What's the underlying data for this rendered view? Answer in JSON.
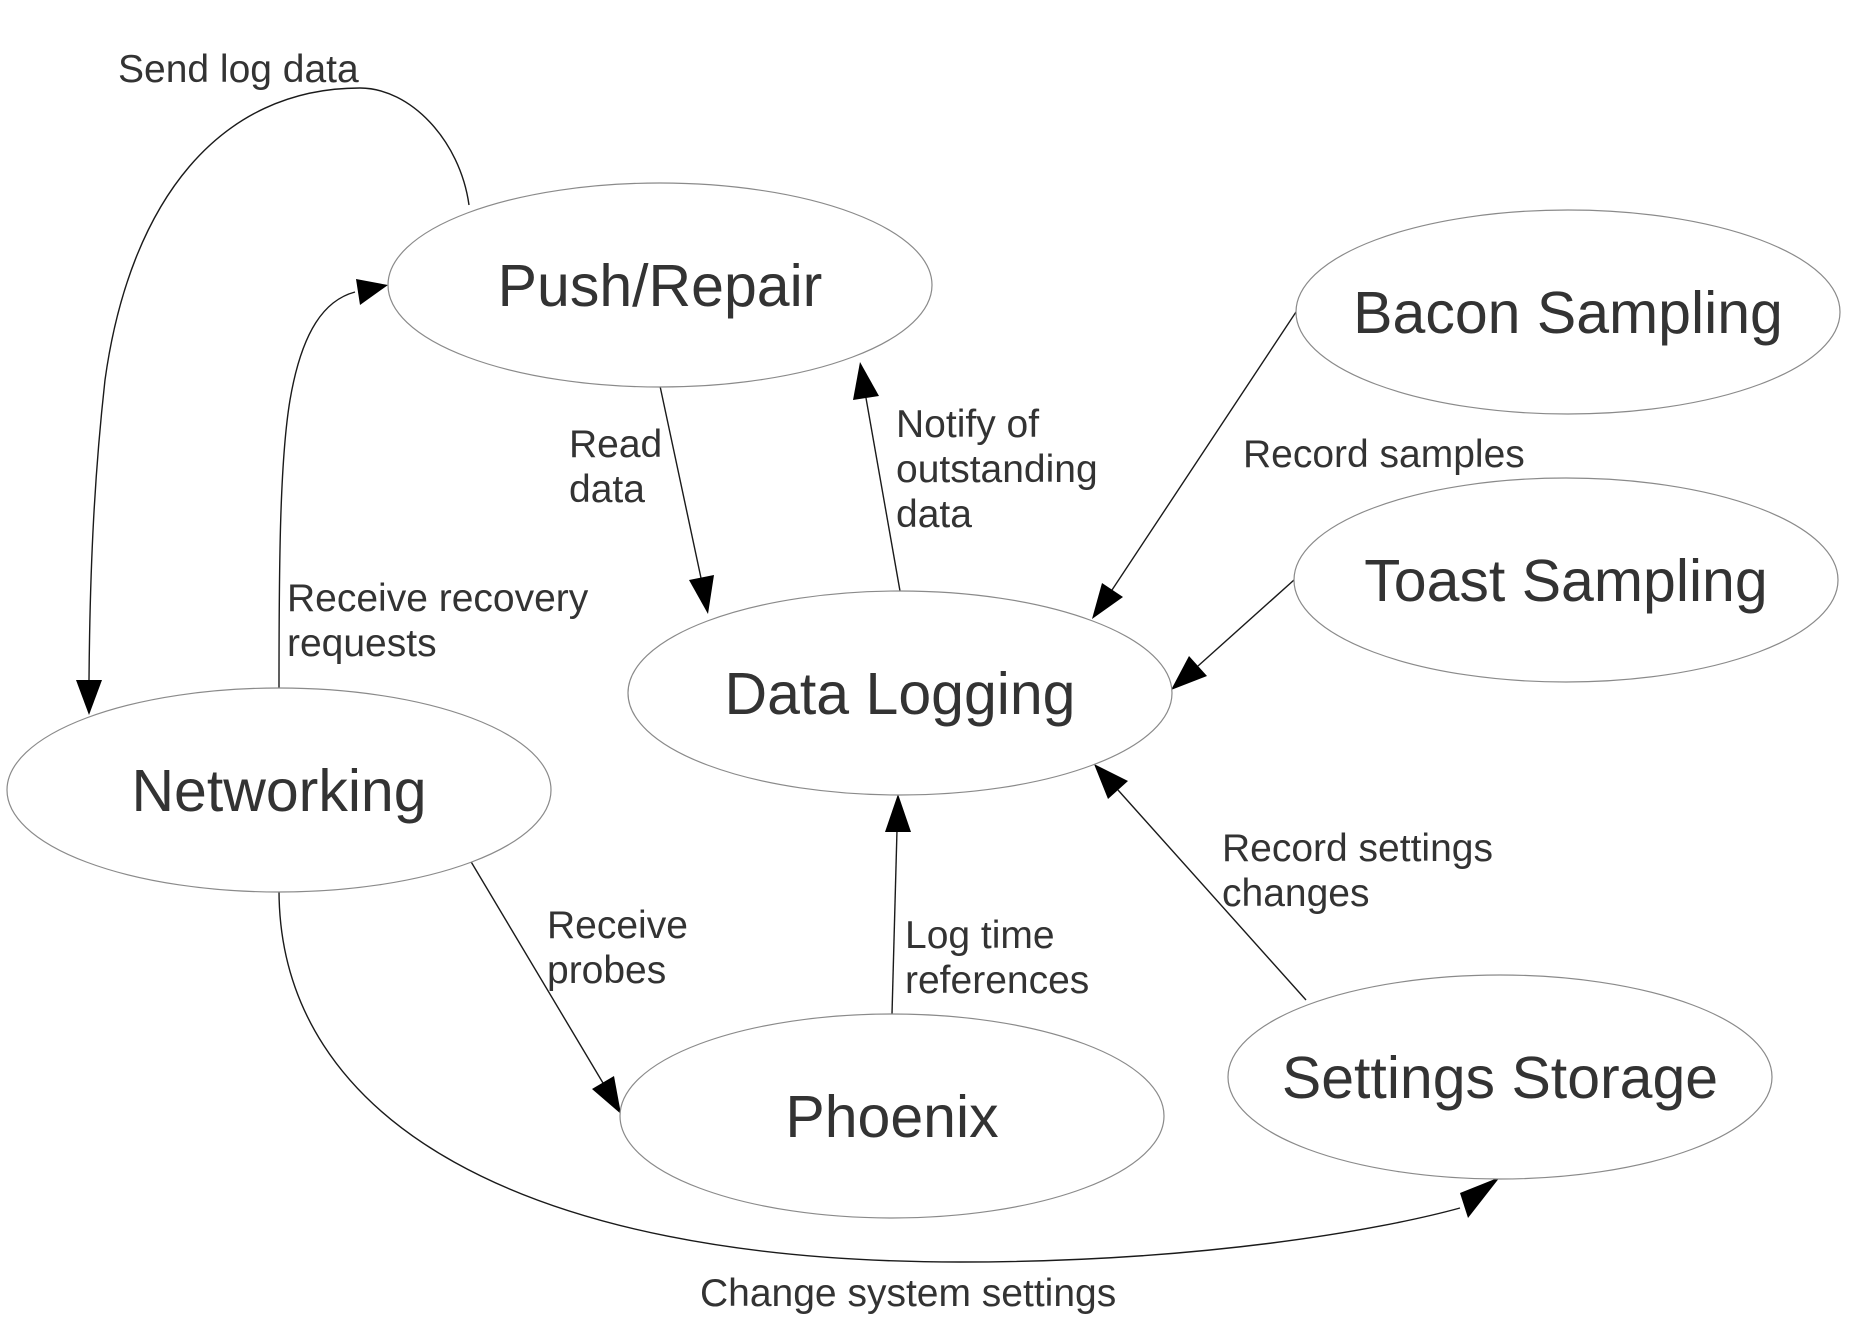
{
  "nodes": {
    "push_repair": "Push/Repair",
    "bacon_sampling": "Bacon Sampling",
    "toast_sampling": "Toast Sampling",
    "data_logging": "Data Logging",
    "networking": "Networking",
    "phoenix": "Phoenix",
    "settings_storage": "Settings Storage"
  },
  "edges": {
    "send_log_data": [
      "Send log data"
    ],
    "read_data": [
      "Read",
      "data"
    ],
    "notify": [
      "Notify of",
      "outstanding",
      "data"
    ],
    "record_samples": [
      "Record samples"
    ],
    "receive_recovery": [
      "Receive recovery",
      "requests"
    ],
    "receive_probes": [
      "Receive",
      "probes"
    ],
    "log_time": [
      "Log time",
      "references"
    ],
    "record_settings": [
      "Record settings",
      "changes"
    ],
    "change_settings": [
      "Change system settings"
    ]
  }
}
